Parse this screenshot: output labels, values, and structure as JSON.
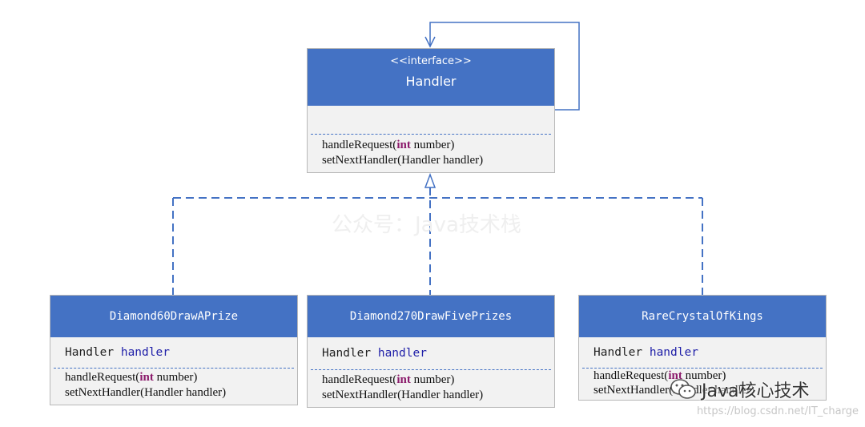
{
  "interface": {
    "stereotype": "<<interface>>",
    "name": "Handler",
    "methods": [
      {
        "name": "handleRequest(",
        "keyword": "int",
        "rest": " number)"
      },
      {
        "name": "setNextHandler(Handler handler)",
        "keyword": "",
        "rest": ""
      }
    ]
  },
  "classes": [
    {
      "name": "Diamond60DrawAPrize",
      "field_type": "Handler",
      "field_name": "handler",
      "methods": [
        {
          "name": "handleRequest(",
          "keyword": "int",
          "rest": " number)"
        },
        {
          "name": "setNextHandler(Handler handler)",
          "keyword": "",
          "rest": ""
        }
      ]
    },
    {
      "name": "Diamond270DrawFivePrizes",
      "field_type": "Handler",
      "field_name": "handler",
      "methods": [
        {
          "name": "handleRequest(",
          "keyword": "int",
          "rest": " number)"
        },
        {
          "name": "setNextHandler(Handler handler)",
          "keyword": "",
          "rest": ""
        }
      ]
    },
    {
      "name": "RareCrystalOfKings",
      "field_type": "Handler",
      "field_name": "handler",
      "methods": [
        {
          "name": "handleRequest(",
          "keyword": "int",
          "rest": " number)"
        },
        {
          "name": "setNextHandler(Handler handler)",
          "keyword": "",
          "rest": ""
        }
      ]
    }
  ],
  "watermark": {
    "text": "公众号：Java技术栈"
  },
  "brand": {
    "icon": "wechat-icon",
    "text": "Java核心技术"
  },
  "source_url": "https://blog.csdn.net/IT_charge",
  "colors": {
    "header_fill": "#4472c4",
    "body_fill": "#f2f2f2",
    "connector": "#4472c4",
    "keyword": "#8b1a6b",
    "field_name": "#1f1fa8"
  }
}
